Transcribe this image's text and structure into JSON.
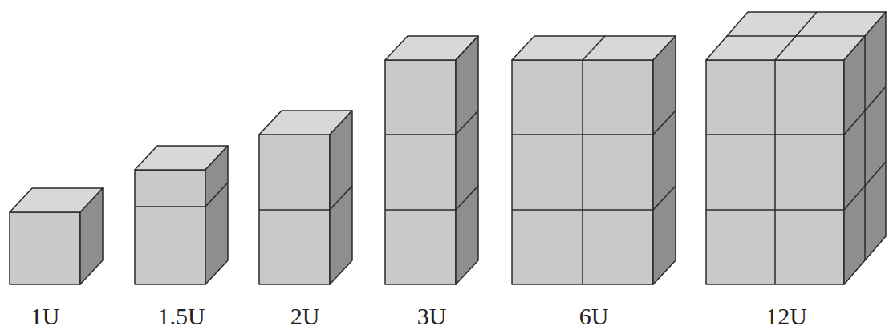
{
  "diagram": {
    "labels": [
      "1U",
      "1.5U",
      "2U",
      "3U",
      "6U",
      "12U"
    ]
  }
}
